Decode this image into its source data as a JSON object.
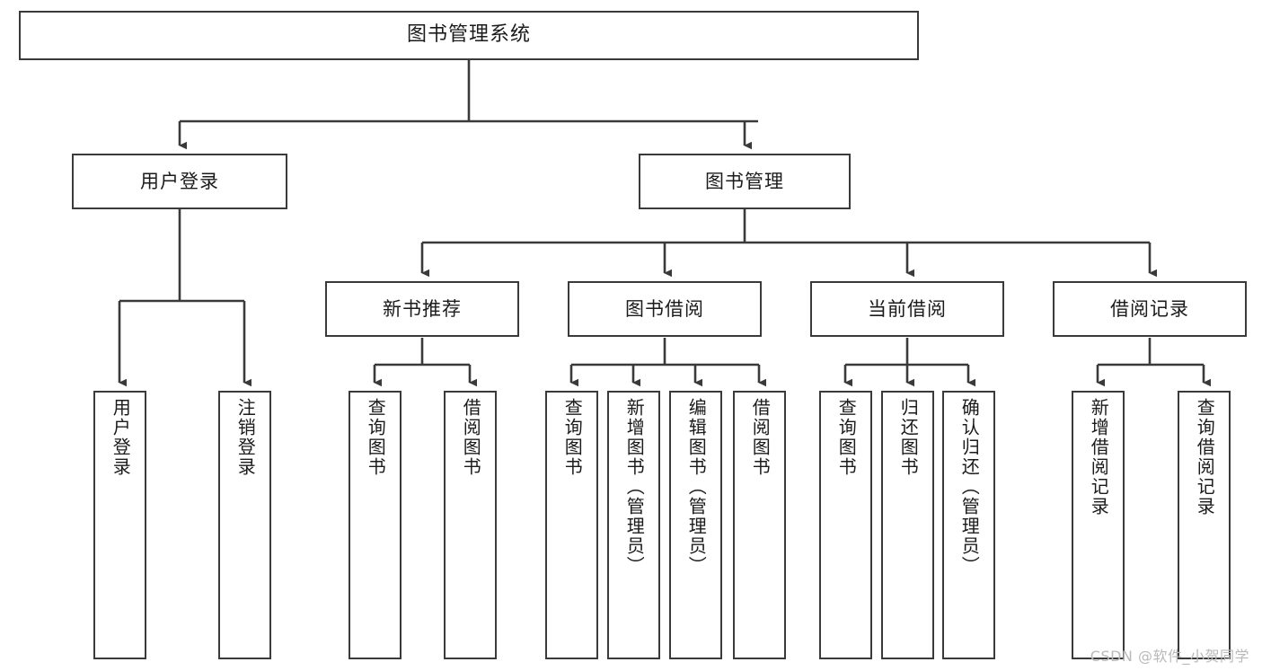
{
  "diagram": {
    "type": "tree-hierarchy",
    "title": "图书管理系统",
    "background": "#ffffff",
    "line_color": "#3a3a3a",
    "text_color": "#1b1b1b",
    "root": {
      "label": "图书管理系统"
    },
    "level2": [
      {
        "label": "用户登录"
      },
      {
        "label": "图书管理"
      }
    ],
    "level3": [
      {
        "label": "新书推荐"
      },
      {
        "label": "图书借阅"
      },
      {
        "label": "当前借阅"
      },
      {
        "label": "借阅记录"
      }
    ],
    "leaves": {
      "user_login": [
        {
          "label": "用户登录"
        },
        {
          "label": "注销登录"
        }
      ],
      "new_book": [
        {
          "label": "查询图书"
        },
        {
          "label": "借阅图书"
        }
      ],
      "book_borrow": [
        {
          "label": "查询图书"
        },
        {
          "label": "新增图书（管理员）"
        },
        {
          "label": "编辑图书（管理员）"
        },
        {
          "label": "借阅图书"
        }
      ],
      "current_borrow": [
        {
          "label": "查询图书"
        },
        {
          "label": "归还图书"
        },
        {
          "label": "确认归还（管理员）"
        }
      ],
      "borrow_record": [
        {
          "label": "新增借阅记录"
        },
        {
          "label": "查询借阅记录"
        }
      ]
    }
  },
  "watermark": {
    "text": "CSDN @软件_小贺同学",
    "color": "#b9b9b9"
  }
}
